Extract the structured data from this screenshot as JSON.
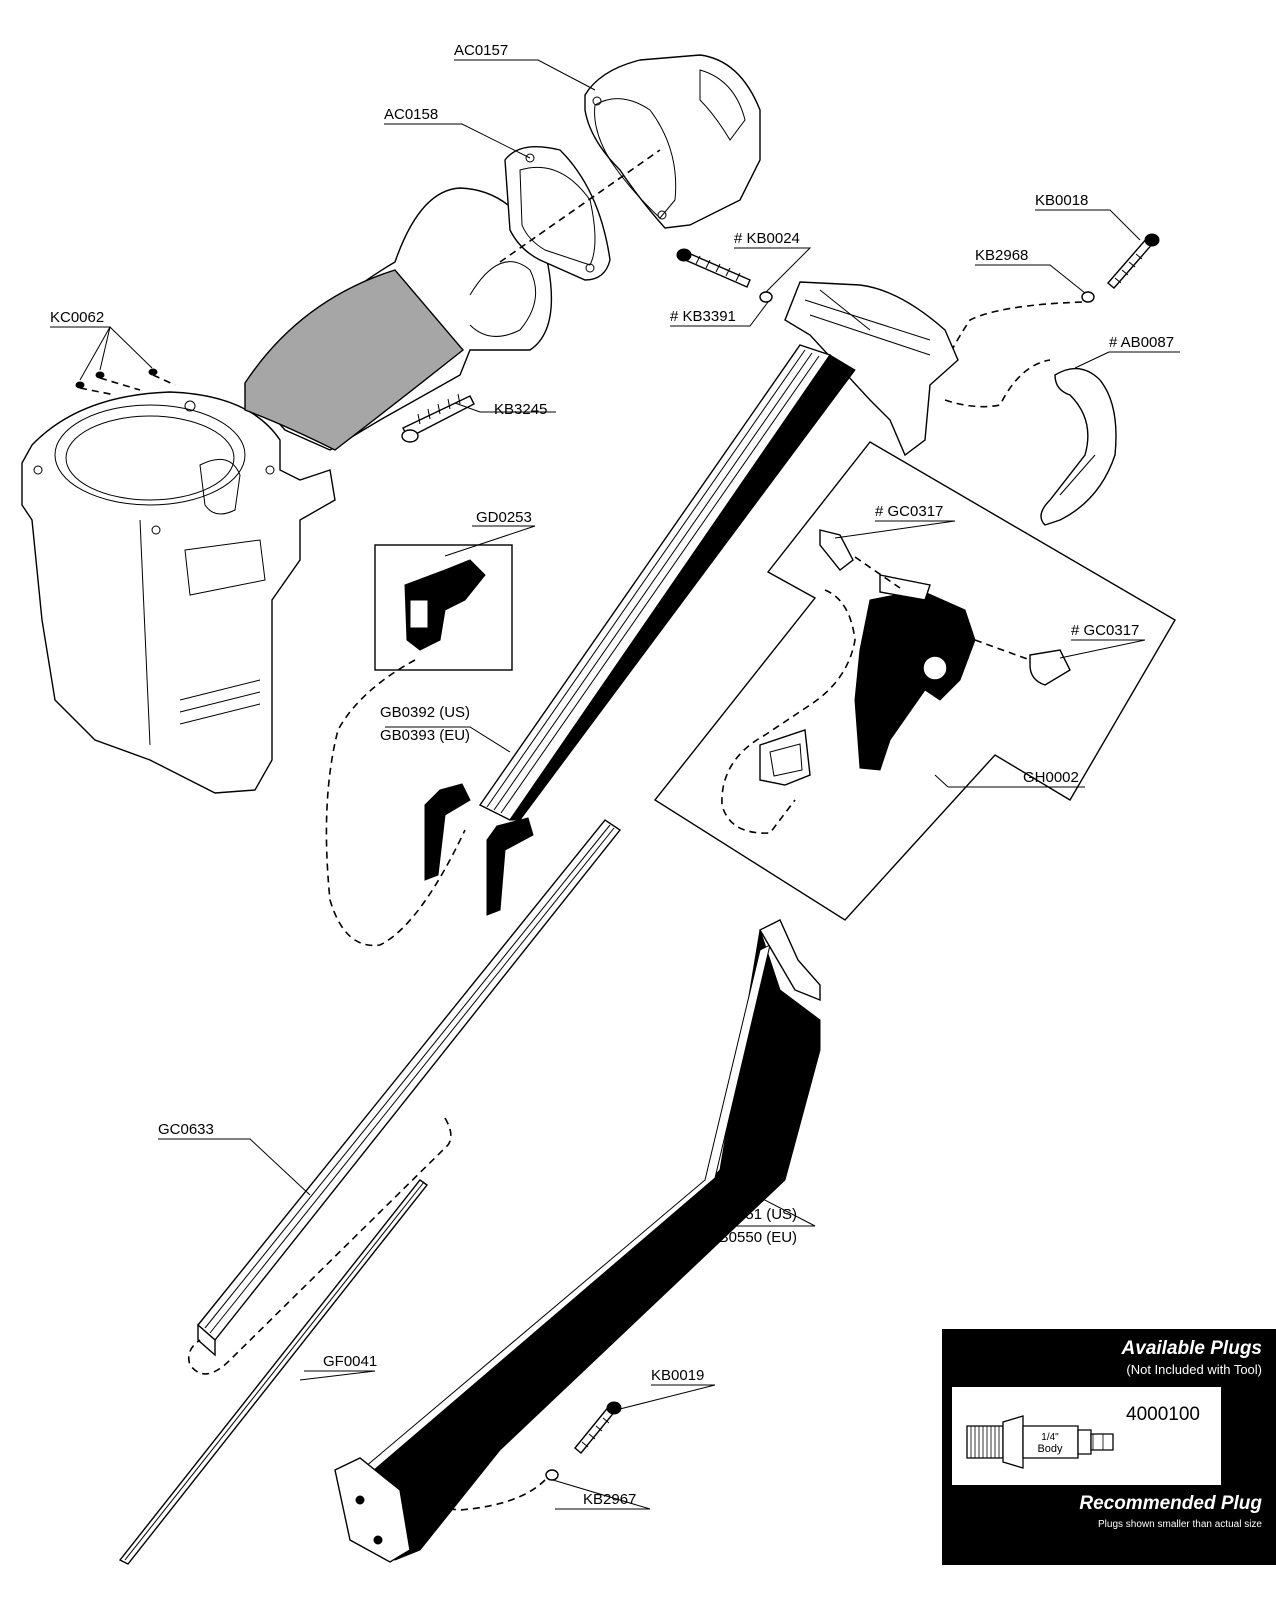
{
  "parts": {
    "ac0157": "AC0157",
    "ac0158": "AC0158",
    "kc0062": "KC0062",
    "kb3245": "KB3245",
    "kb0024": "# KB0024",
    "kb3391": "# KB3391",
    "kb0018": "KB0018",
    "kb2968": "KB2968",
    "ab0087": "# AB0087",
    "gd0253": "GD0253",
    "gc0317_top": "# GC0317",
    "gc0317_right": "# GC0317",
    "gb0392": "GB0392 (US)",
    "gb0393": "GB0393 (EU)",
    "gh0002": "GH0002",
    "gc0633": "GC0633",
    "gb0551": "GB0551 (US)",
    "gb0550": "GB0550 (EU)",
    "gf0041": "GF0041",
    "kb0019": "KB0019",
    "kb2967": "KB2967"
  },
  "plugs": {
    "title": "Available Plugs",
    "subtitle": "(Not Included with Tool)",
    "number": "4000100",
    "body_size": "1/4\"",
    "body_word": "Body",
    "footer": "Recommended Plug",
    "note": "Plugs shown smaller than actual size"
  }
}
